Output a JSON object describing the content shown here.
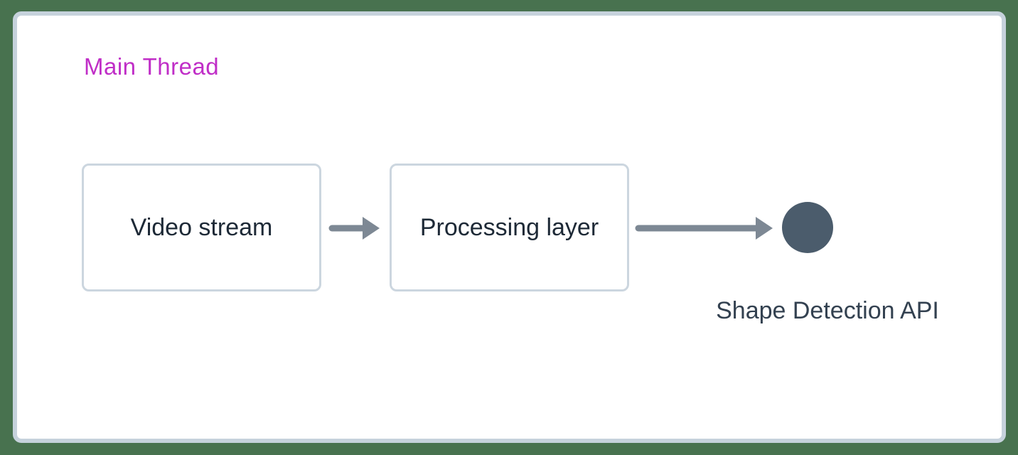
{
  "diagram": {
    "frame_label": "Main Thread",
    "nodes": [
      {
        "id": "video-stream",
        "label": "Video stream",
        "shape": "rect"
      },
      {
        "id": "processing-layer",
        "label": "Processing layer",
        "shape": "rect"
      },
      {
        "id": "shape-detection-api",
        "label": "Shape Detection API",
        "shape": "circle"
      }
    ],
    "edges": [
      {
        "from": "video-stream",
        "to": "processing-layer"
      },
      {
        "from": "processing-layer",
        "to": "shape-detection-api"
      }
    ]
  },
  "colors": {
    "background": "#48724f",
    "card_bg": "#ffffff",
    "card_border": "#c6d2dc",
    "node_border": "#ccd6df",
    "node_text": "#1d2936",
    "frame_label": "#c02ec7",
    "arrow": "#7d8894",
    "circle_fill": "#4b5c6c",
    "api_label": "#334150"
  }
}
